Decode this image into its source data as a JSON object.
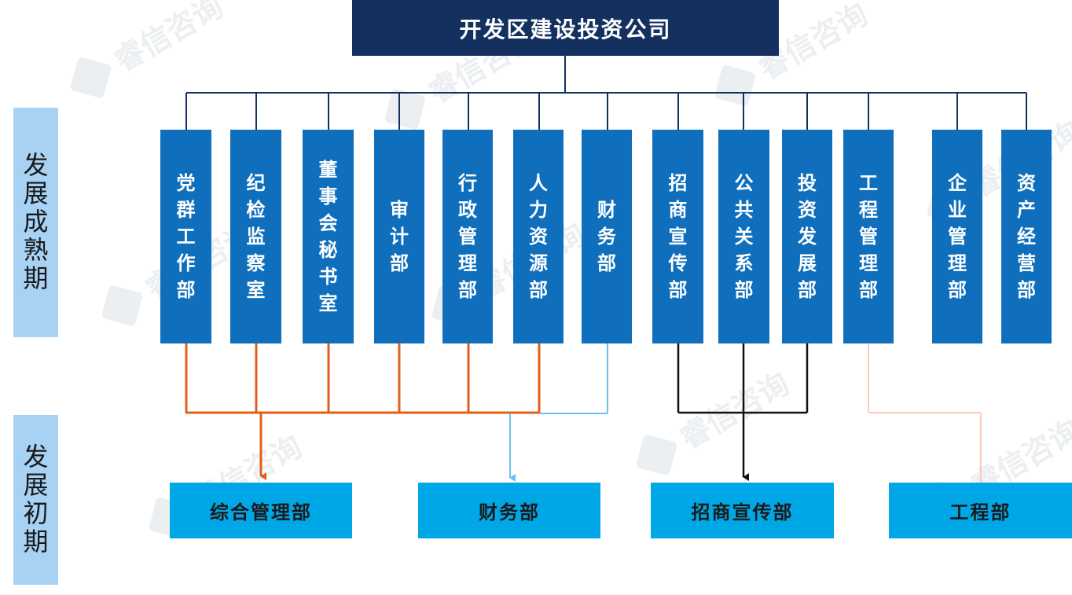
{
  "company": "开发区建设投资公司",
  "stages": {
    "mature": "发展成熟期",
    "early": "发展初期"
  },
  "departments": [
    "党群工作部",
    "纪检监察室",
    "董事会秘书室",
    "审计部",
    "行政管理部",
    "人力资源部",
    "财务部",
    "招商宣传部",
    "公共关系部",
    "投资发展部",
    "工程管理部",
    "企业管理部",
    "资产经营部"
  ],
  "early_departments": [
    "综合管理部",
    "财务部",
    "招商宣传部",
    "工程部"
  ],
  "watermark_text": "睿信咨询",
  "colors": {
    "top_box": "#13305f",
    "department": "#0f6fbd",
    "early_department": "#00a7e6",
    "stage_label": "#a8d2f4",
    "link_orange": "#e0601a",
    "link_light_blue": "#6cc0f4",
    "link_black": "#111111",
    "link_peach": "#f7cdb4"
  }
}
